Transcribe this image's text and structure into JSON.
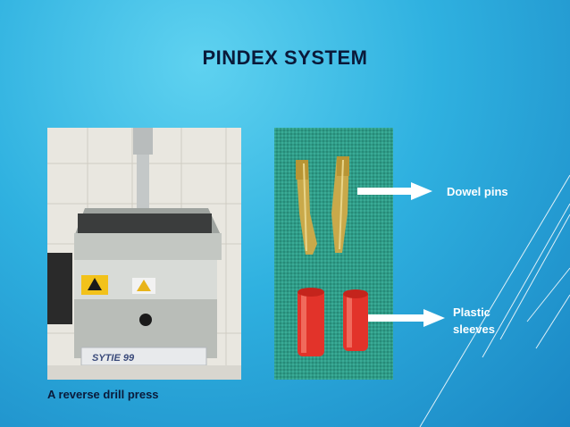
{
  "slide": {
    "title": "PINDEX SYSTEM",
    "left_caption": "A reverse drill press",
    "dowel_label": "Dowel pins",
    "sleeve_label": "Plastic sleeves",
    "photo1_plate_text": "SYTIE 99",
    "colors": {
      "background": "#2fb1e0",
      "title": "#0a1a3a",
      "label": "#ffffff",
      "drape": "#2e9a86",
      "sleeve": "#e2332a",
      "pin": "#c9a94a"
    }
  }
}
